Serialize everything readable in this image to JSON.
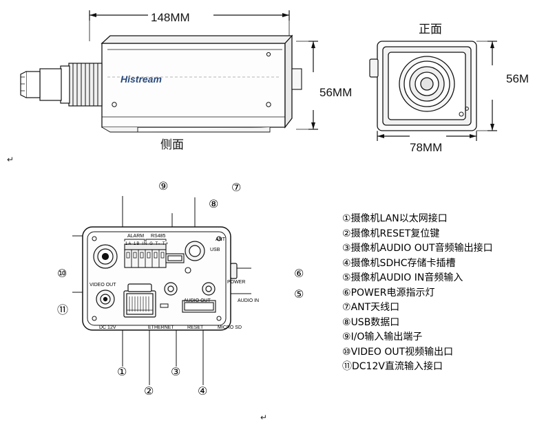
{
  "figure": {
    "title_side_view": "侧面",
    "title_front_view": "正面",
    "brand": "Histream",
    "dimensions": {
      "length": "148MM",
      "height_side": "56MM",
      "width_front": "78MM",
      "height_front": "56M"
    }
  },
  "rear_panel": {
    "callouts": [
      "①",
      "②",
      "③",
      "④",
      "⑤",
      "⑥",
      "⑦",
      "⑧",
      "⑨",
      "⑩",
      "⑪"
    ],
    "port_labels": {
      "alarm": "ALARM",
      "rs485": "RS485",
      "terminal_pins": "1A 1B IN G T- T+",
      "ant": "ANT",
      "usb": "USB",
      "power": "POWER",
      "video_out": "VIDEO OUT",
      "audio_out": "AUDIO OUT",
      "audio_in": "AUDIO IN",
      "dc12v": "DC 12V",
      "ethernet": "ETHERNET",
      "reset": "RESET",
      "micro_sd": "MICRO SD"
    }
  },
  "legend": {
    "items": [
      {
        "num": "①",
        "text": "摄像机LAN以太网接口"
      },
      {
        "num": "②",
        "text": "摄像机RESET复位键"
      },
      {
        "num": "③",
        "text": "摄像机AUDIO OUT音频输出接口"
      },
      {
        "num": "④",
        "text": "摄像机SDHC存储卡插槽"
      },
      {
        "num": "⑤",
        "text": "摄像机AUDIO IN音频输入"
      },
      {
        "num": "⑥",
        "text": "POWER电源指示灯"
      },
      {
        "num": "⑦",
        "text": "ANT天线口"
      },
      {
        "num": "⑧",
        "text": "USB数据口"
      },
      {
        "num": "⑨",
        "text": "I/O输入输出端子"
      },
      {
        "num": "⑩",
        "text": "VIDEO OUT视频输出口"
      },
      {
        "num": "⑪",
        "text": "DC12V直流输入接口"
      }
    ]
  },
  "marks": {
    "paragraph_mark": "↵"
  }
}
